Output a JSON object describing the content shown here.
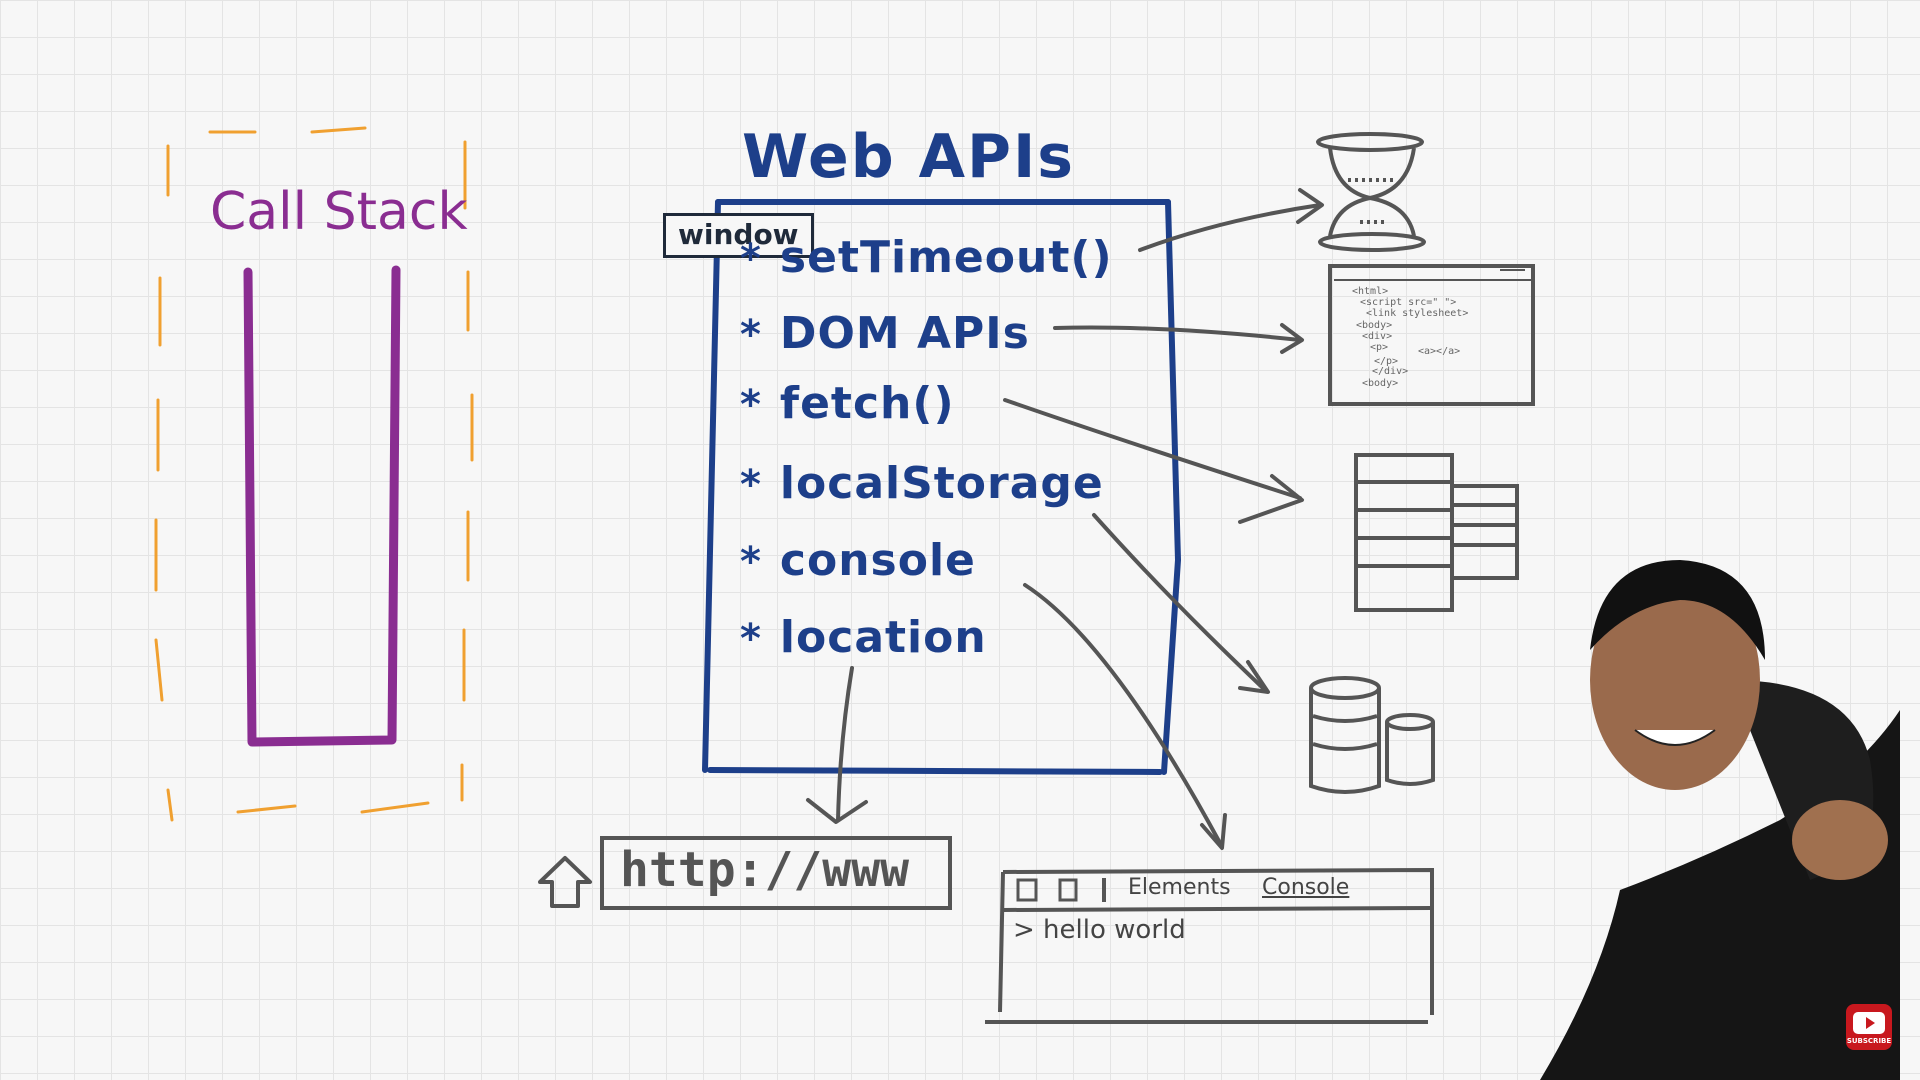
{
  "call_stack": {
    "title": "Call Stack"
  },
  "web_apis": {
    "title": "Web APIs",
    "window_label": "window",
    "bullet": "*",
    "items": [
      {
        "label": "setTimeout()"
      },
      {
        "label": "DOM APIs"
      },
      {
        "label": "fetch()"
      },
      {
        "label": "localStorage"
      },
      {
        "label": "console"
      },
      {
        "label": "location"
      }
    ]
  },
  "html_sketch": {
    "lines": [
      "<html>",
      "<script src=\"  \">",
      "<link stylesheet>",
      "<body>",
      "<div>",
      "<p>",
      "<a></a>",
      "</p>",
      "</div>",
      "<body>"
    ]
  },
  "location_box": {
    "url": "http://www",
    "icon": "home-icon"
  },
  "devtools": {
    "tabs": [
      "Elements",
      "Console"
    ],
    "output": "> hello world"
  },
  "icons": {
    "timer": "hourglass-icon",
    "server": "server-rack-icon",
    "storage": "database-icon",
    "channel": "subscribe-icon"
  },
  "subscribe": {
    "label": "SUBSCRIBE"
  },
  "colors": {
    "call_stack": "#8a2d91",
    "web_apis": "#1d3f8a",
    "dashed_border": "#f0a030",
    "arrows": "#555555",
    "subscribe": "#c8181e"
  }
}
